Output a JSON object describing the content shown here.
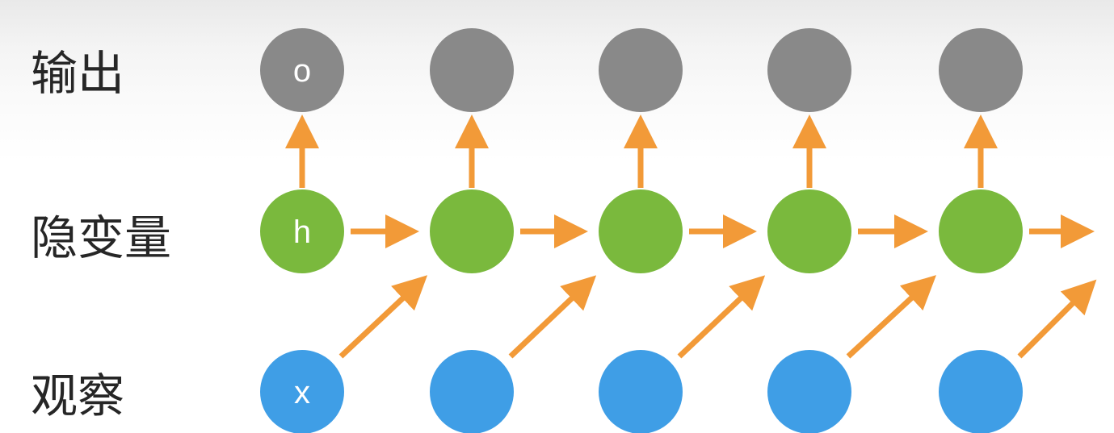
{
  "row_labels": {
    "output": "输出",
    "hidden": "隐变量",
    "observe": "观察"
  },
  "node_letters": {
    "output": "o",
    "hidden": "h",
    "observe": "x"
  },
  "columns": 5,
  "colors": {
    "output_node": "#898989",
    "hidden_node": "#7ab93d",
    "observe_node": "#3f9ee6",
    "arrow": "#f29a38",
    "label_text": "#262626"
  }
}
